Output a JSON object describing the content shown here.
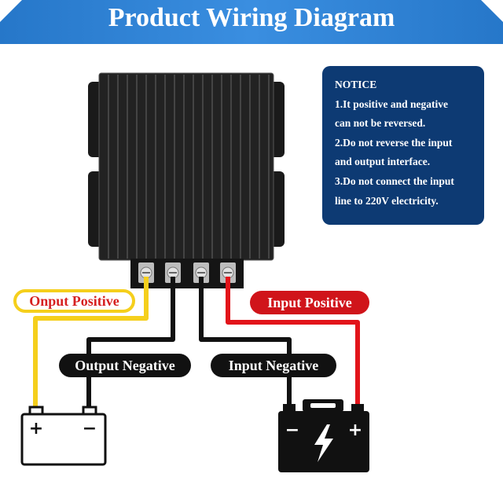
{
  "header": {
    "title": "Product Wiring Diagram"
  },
  "notice": {
    "heading": "NOTICE",
    "lines": [
      "1.It positive and negative",
      "can not be reversed.",
      "2.Do not reverse the input",
      "and output interface.",
      "3.Do not connect the input",
      "line to 220V electricity."
    ]
  },
  "labels": {
    "output_positive": "Onput Positive",
    "input_positive": "Input Positive",
    "output_negative": "Output Negative",
    "input_negative": "Input Negative"
  },
  "batteries": {
    "left": {
      "plus": "+",
      "minus": "−"
    },
    "right": {
      "plus": "+",
      "minus": "−"
    }
  },
  "colors": {
    "banner": "#2f7fd0",
    "notice_bg": "#0d3a73",
    "positive_output_wire": "#f5cf1c",
    "positive_input_wire": "#e2141a",
    "negative_wire": "#111111"
  },
  "icons": {
    "converter": "dc-converter-module",
    "battery_left": "battery-outline-icon",
    "battery_right": "car-battery-icon",
    "bolt": "lightning-bolt-icon"
  }
}
